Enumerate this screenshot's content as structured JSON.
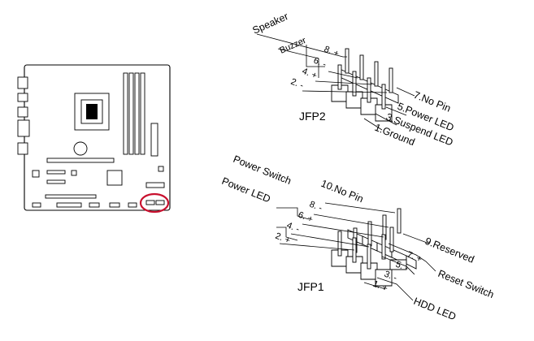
{
  "board": {
    "highlight_color": "#c8102e"
  },
  "jfp2": {
    "title": "JFP2",
    "speaker": "Speaker",
    "buzzer": "Buzzer",
    "left_pins": [
      "8.  +",
      "6.  -",
      "4.  +",
      "2.  -"
    ],
    "right_pins": [
      "7.No Pin",
      "5.Power LED",
      "3.Suspend LED",
      "1.Ground"
    ]
  },
  "jfp1": {
    "title": "JFP1",
    "power_switch": "Power Switch",
    "power_led": "Power LED",
    "left_pins": [
      "10.No Pin",
      "8.  -",
      "6.  +",
      "4.  -",
      "2.  +"
    ],
    "right_pins": [
      "9.Reserved",
      "7.  +",
      "5.  -",
      "3.  -",
      "1.  +"
    ],
    "reset_switch": "Reset Switch",
    "hdd_led": "HDD LED"
  }
}
